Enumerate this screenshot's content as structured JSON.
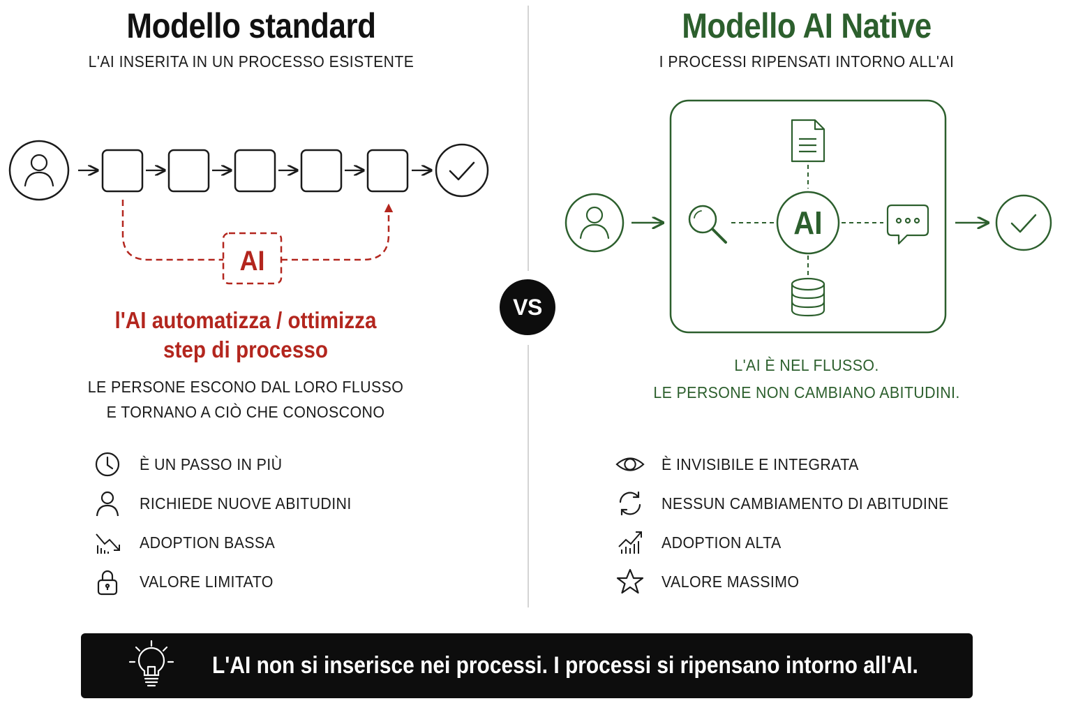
{
  "left": {
    "title": "Modello standard",
    "subtitle": "L'AI INSERITA IN UN PROCESSO ESISTENTE",
    "ai_badge": "AI",
    "headline_line1": "l'AI automatizza / ottimizza",
    "headline_line2": "step di processo",
    "desc_line1": "LE PERSONE ESCONO DAL LORO FLUSSO",
    "desc_line2": "E TORNANO A CIÒ CHE CONOSCONO",
    "features": [
      {
        "icon": "clock-icon",
        "label": "È UN PASSO IN PIÙ"
      },
      {
        "icon": "person-icon",
        "label": "RICHIEDE NUOVE ABITUDINI"
      },
      {
        "icon": "trend-down-icon",
        "label": "ADOPTION BASSA"
      },
      {
        "icon": "lock-icon",
        "label": "VALORE LIMITATO"
      }
    ]
  },
  "vs": "VS",
  "right": {
    "title": "Modello AI Native",
    "subtitle": "I PROCESSI RIPENSATI INTORNO ALL'AI",
    "ai_hub": "AI",
    "desc_line1": "L'AI È NEL FLUSSO.",
    "desc_line2": "LE PERSONE NON CAMBIANO ABITUDINI.",
    "features": [
      {
        "icon": "eye-icon",
        "label": "È INVISIBILE E INTEGRATA"
      },
      {
        "icon": "refresh-icon",
        "label": "NESSUN CAMBIAMENTO DI ABITUDINE"
      },
      {
        "icon": "trend-up-icon",
        "label": "ADOPTION ALTA"
      },
      {
        "icon": "star-icon",
        "label": "VALORE MASSIMO"
      }
    ]
  },
  "banner": {
    "icon": "lightbulb-icon",
    "message": "L'AI non si inserisce nei processi. I processi si ripensano intorno all'AI."
  },
  "colors": {
    "accent_red": "#b3261e",
    "accent_green": "#2c5f2d",
    "dark": "#0d0d0d"
  }
}
